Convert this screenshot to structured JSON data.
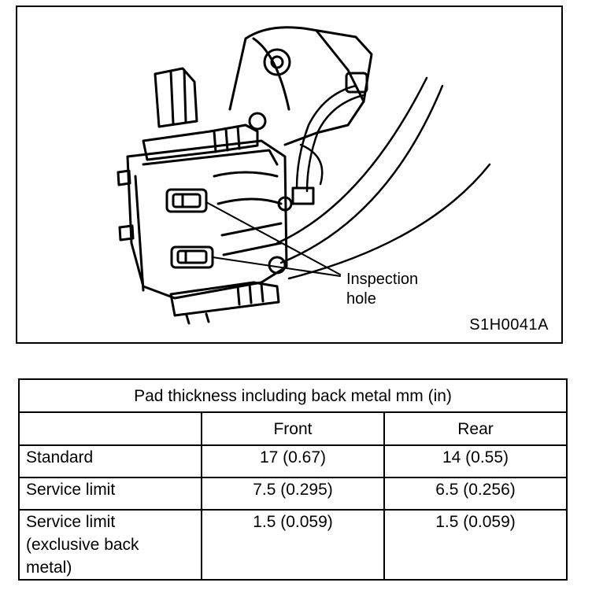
{
  "figure": {
    "callout_line1": "Inspection",
    "callout_line2": "hole",
    "code": "S1H0041A"
  },
  "table": {
    "title": "Pad thickness including back metal mm (in)",
    "columns": [
      "",
      "Front",
      "Rear"
    ],
    "rows": [
      {
        "label_lines": [
          "Standard"
        ],
        "front": "17 (0.67)",
        "rear": "14 (0.55)"
      },
      {
        "label_lines": [
          "Service limit"
        ],
        "front": "7.5 (0.295)",
        "rear": "6.5 (0.256)"
      },
      {
        "label_lines": [
          "Service limit",
          "(exclusive back",
          "metal)"
        ],
        "front": "1.5 (0.059)",
        "rear": "1.5 (0.059)"
      }
    ]
  }
}
